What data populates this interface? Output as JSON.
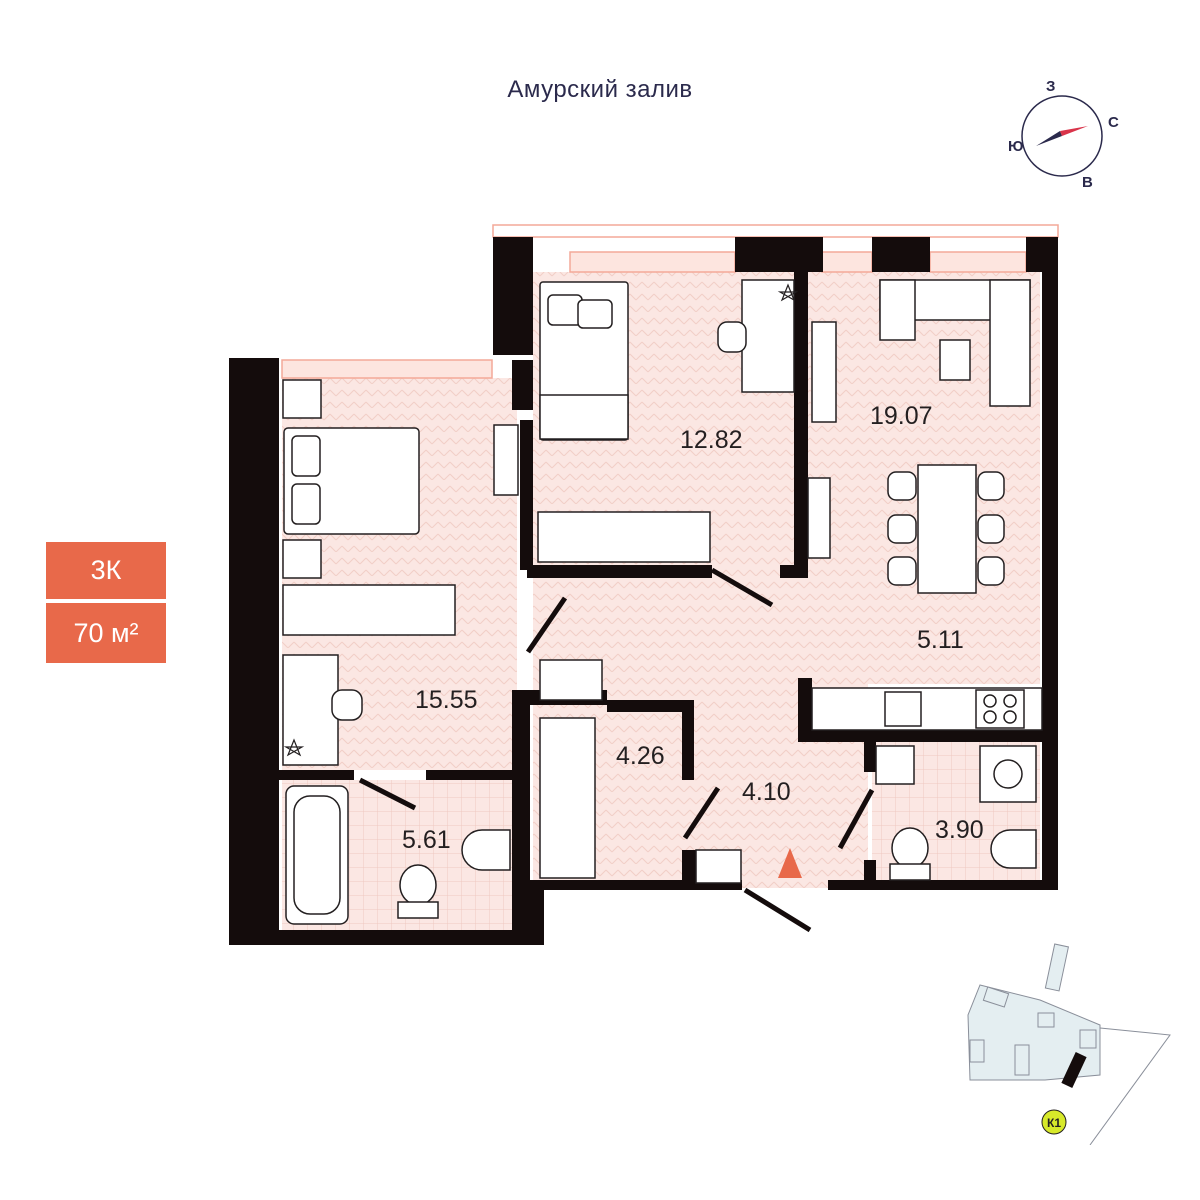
{
  "header": {
    "title": "Амурский залив"
  },
  "compass": {
    "north": "З",
    "east": "С",
    "south": "В",
    "west": "Ю",
    "needle_colors": [
      "#2b2a4c",
      "#d9344a"
    ]
  },
  "badge": {
    "type": "3К",
    "area": "70 м²",
    "color": "#e8694a"
  },
  "rooms": [
    {
      "id": "bedroom-2",
      "area": "12.82"
    },
    {
      "id": "living-room",
      "area": "19.07"
    },
    {
      "id": "kitchen",
      "area": "5.11"
    },
    {
      "id": "bedroom-1",
      "area": "15.55"
    },
    {
      "id": "storage",
      "area": "4.26"
    },
    {
      "id": "hallway",
      "area": "4.10"
    },
    {
      "id": "bathroom-1",
      "area": "5.61"
    },
    {
      "id": "bathroom-2",
      "area": "3.90"
    }
  ],
  "site_plan": {
    "building": "К1",
    "badge_color": "#d7e92a"
  },
  "colors": {
    "floor": "#fbe7e3",
    "wall": "#140c0c",
    "accent": "#e8694a",
    "window": "#f4a998"
  },
  "icons": [
    "compass-icon",
    "entrance-arrow-icon",
    "bed-icon",
    "sofa-icon",
    "bathtub-icon",
    "toilet-icon",
    "sink-icon",
    "stove-icon",
    "plant-icon"
  ]
}
